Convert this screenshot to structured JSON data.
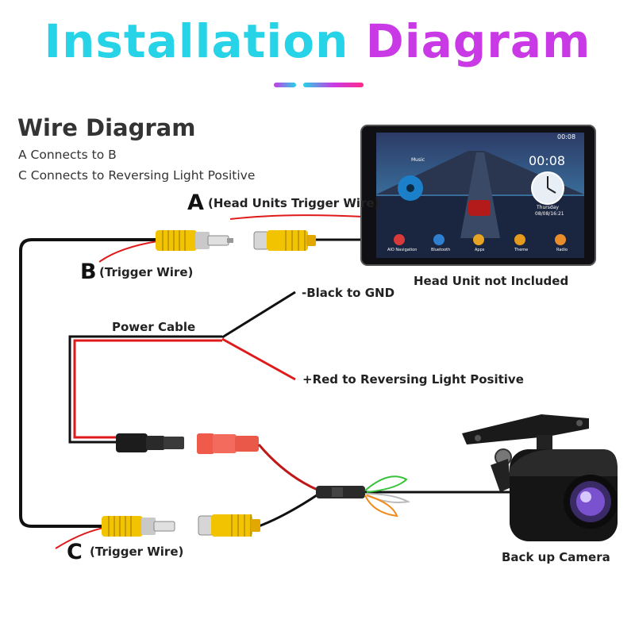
{
  "title": {
    "part1": "Installation",
    "part2": "Diagram"
  },
  "heading": "Wire Diagram",
  "notes": [
    "A Connects to B",
    "C Connects to Reversing Light Positive"
  ],
  "labels": {
    "a_letter": "A",
    "a_text": "(Head Units Trigger Wire)",
    "b_letter": "B",
    "b_text": "(Trigger Wire)",
    "c_letter": "C",
    "c_text": "(Trigger Wire)",
    "power_cable": "Power Cable",
    "black_gnd": "-Black to GND",
    "red_reverse": "+Red to Reversing Light Positive",
    "head_unit": "Head Unit not Included",
    "camera": "Back up Camera"
  },
  "screen": {
    "time_status": "00:08",
    "clock": "00:08",
    "date_line1": "Thursday",
    "date_line2": "08/08/16:21",
    "music_label": "Music",
    "apps": [
      "AIO Navigation",
      "Bluetooth",
      "Apps",
      "Theme",
      "Radio"
    ]
  },
  "colors": {
    "title_cyan": "#27d3e6",
    "title_purple": "#c93ae6",
    "rca_yellow": "#f2c300",
    "wire_red": "#e01a1a",
    "wire_black": "#111111",
    "dc_red": "#f05a4a"
  }
}
